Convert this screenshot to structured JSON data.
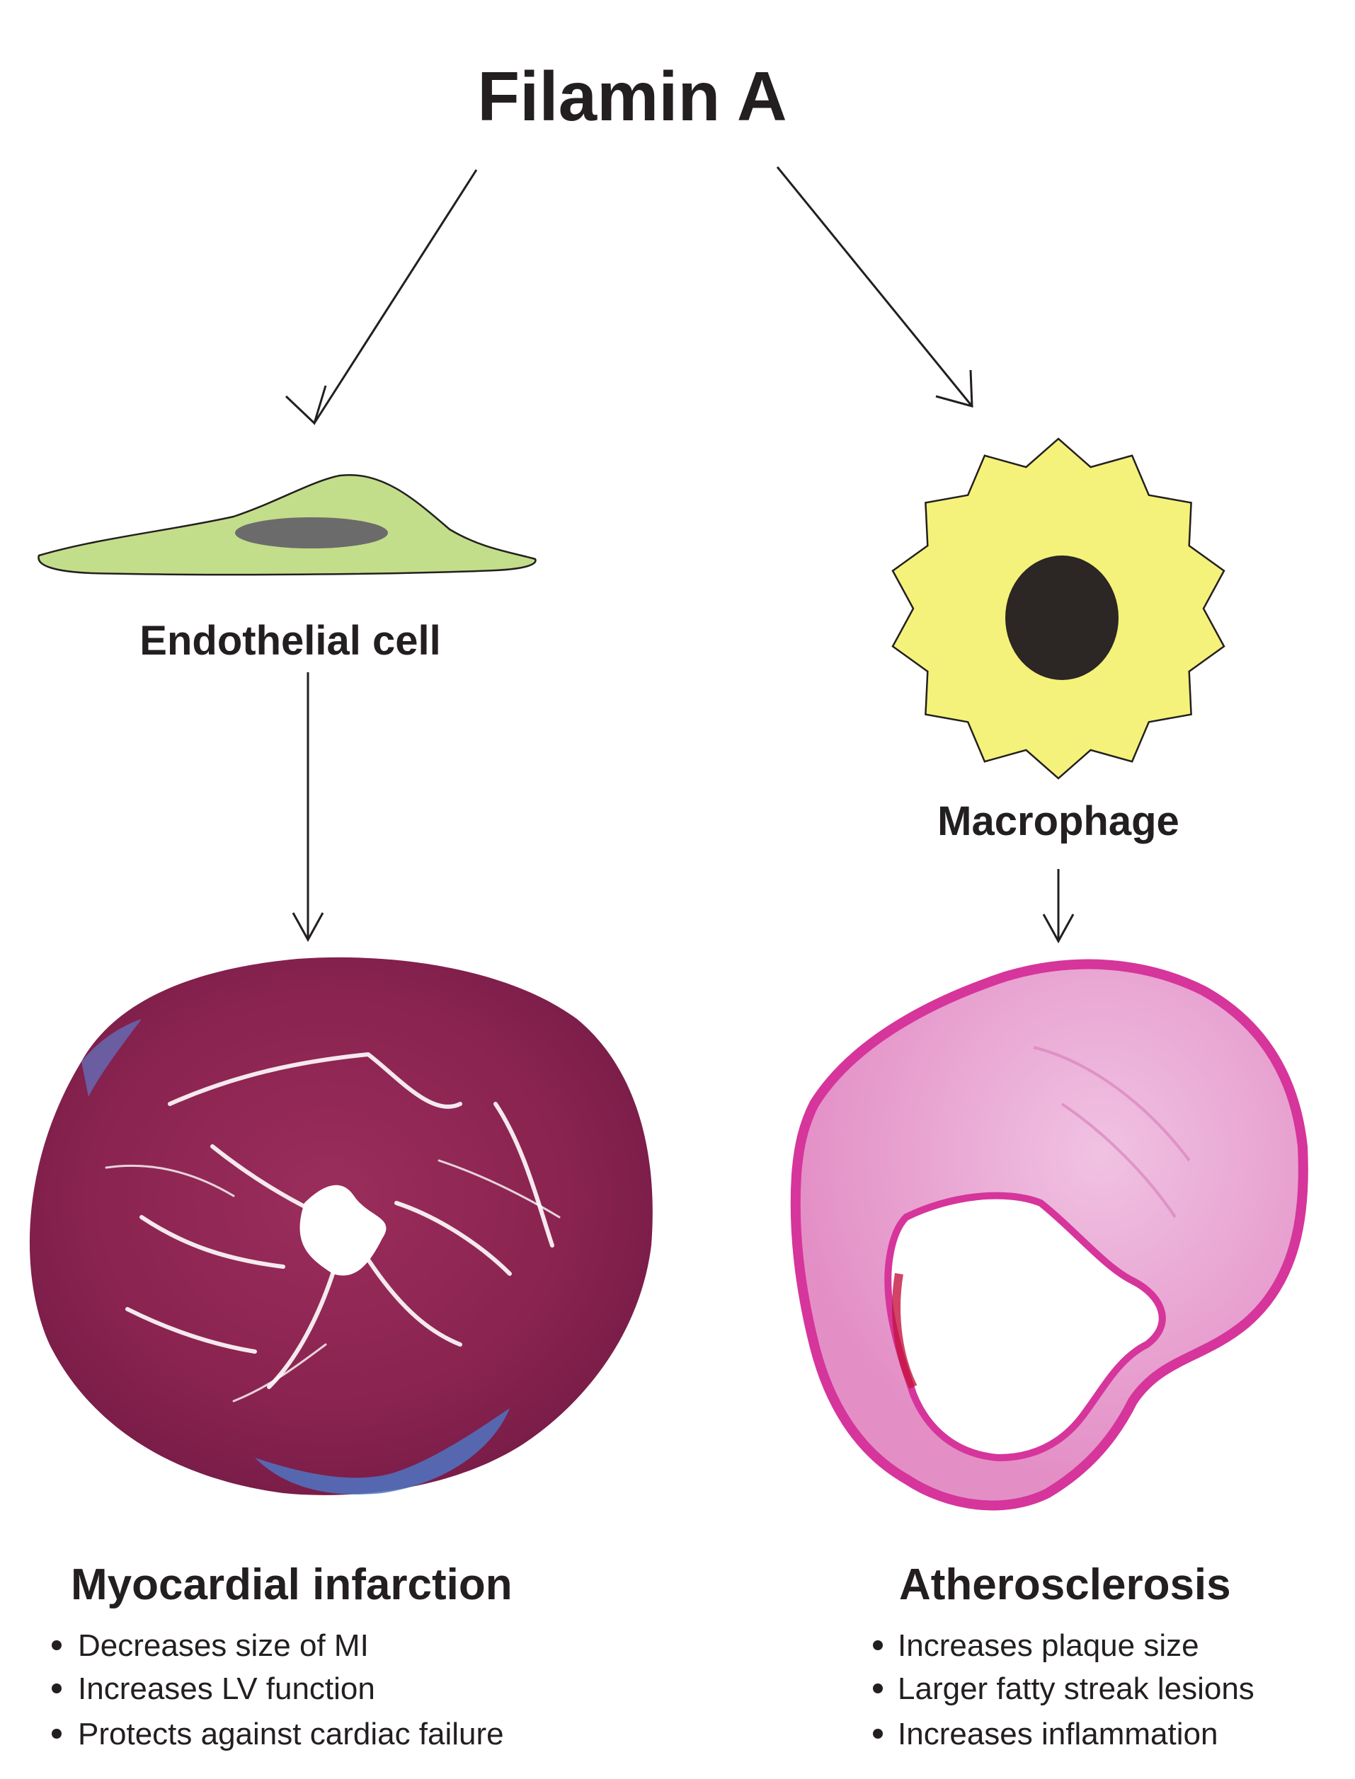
{
  "title": "Filamin A",
  "left": {
    "cell_label": "Endothelial cell",
    "outcome_title": "Myocardial infarction",
    "bullets": [
      "Decreases size of MI",
      "Increases LV function",
      "Protects against cardiac failure"
    ]
  },
  "right": {
    "cell_label": "Macrophage",
    "outcome_title": "Atherosclerosis",
    "bullets": [
      "Increases plaque size",
      "Larger fatty streak lesions",
      "Increases inflammation"
    ]
  },
  "colors": {
    "endothelial_cell": "#c3de8a",
    "endothelial_nucleus": "#6b6b6b",
    "macrophage": "#f4f27a",
    "macrophage_nucleus": "#2c2624",
    "heart_tissue": "#8e2552",
    "heart_fibrosis": "#4f74c2",
    "artery_tissue": "#e9a3d2",
    "artery_wall": "#d6359b",
    "text": "#231f20"
  }
}
